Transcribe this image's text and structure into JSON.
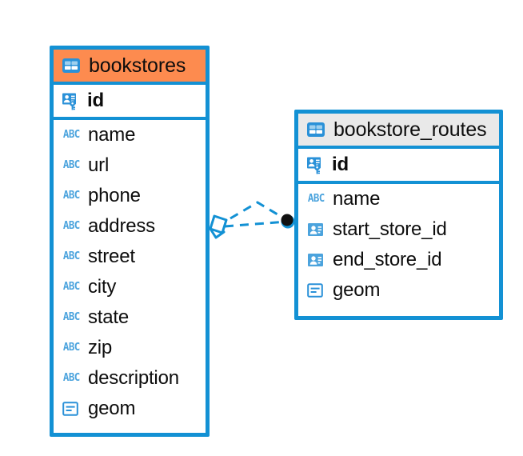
{
  "diagram": {
    "type": "entity-relationship-diagram",
    "background_color": "#ffffff",
    "accent_color": "#1391d4",
    "highlight_color": "#fd8b4f"
  },
  "entities": [
    {
      "id": "bookstores",
      "title": "bookstores",
      "header_icon": "table-icon",
      "header_style": "orange",
      "header_color": "#fd8b4f",
      "border_color": "#1391d4",
      "fields": [
        {
          "name": "id",
          "icon": "primary-key-icon",
          "key": "primary"
        },
        {
          "name": "name",
          "icon": "abc-text-icon",
          "type": "text"
        },
        {
          "name": "url",
          "icon": "abc-text-icon",
          "type": "text"
        },
        {
          "name": "phone",
          "icon": "abc-text-icon",
          "type": "text"
        },
        {
          "name": "address",
          "icon": "abc-text-icon",
          "type": "text"
        },
        {
          "name": "street",
          "icon": "abc-text-icon",
          "type": "text"
        },
        {
          "name": "city",
          "icon": "abc-text-icon",
          "type": "text"
        },
        {
          "name": "state",
          "icon": "abc-text-icon",
          "type": "text"
        },
        {
          "name": "zip",
          "icon": "abc-text-icon",
          "type": "text"
        },
        {
          "name": "description",
          "icon": "abc-text-icon",
          "type": "text"
        },
        {
          "name": "geom",
          "icon": "geometry-icon",
          "type": "geometry"
        }
      ]
    },
    {
      "id": "bookstore_routes",
      "title": "bookstore_routes",
      "header_icon": "table-icon",
      "header_style": "gray",
      "header_color": "#e9e9e9",
      "border_color": "#1391d4",
      "fields": [
        {
          "name": "id",
          "icon": "primary-key-icon",
          "key": "primary"
        },
        {
          "name": "name",
          "icon": "abc-text-icon",
          "type": "text"
        },
        {
          "name": "start_store_id",
          "icon": "foreign-key-icon",
          "key": "foreign"
        },
        {
          "name": "end_store_id",
          "icon": "foreign-key-icon",
          "key": "foreign"
        },
        {
          "name": "geom",
          "icon": "geometry-icon",
          "type": "geometry"
        }
      ]
    }
  ],
  "relationship": {
    "from": "bookstores",
    "to": "bookstore_routes",
    "line_style": "dashed",
    "line_color": "#1391d4",
    "source_marker": "crows-foot-diamond-icon",
    "target_marker": "filled-circle-icon",
    "target_marker_color": "#111111"
  }
}
